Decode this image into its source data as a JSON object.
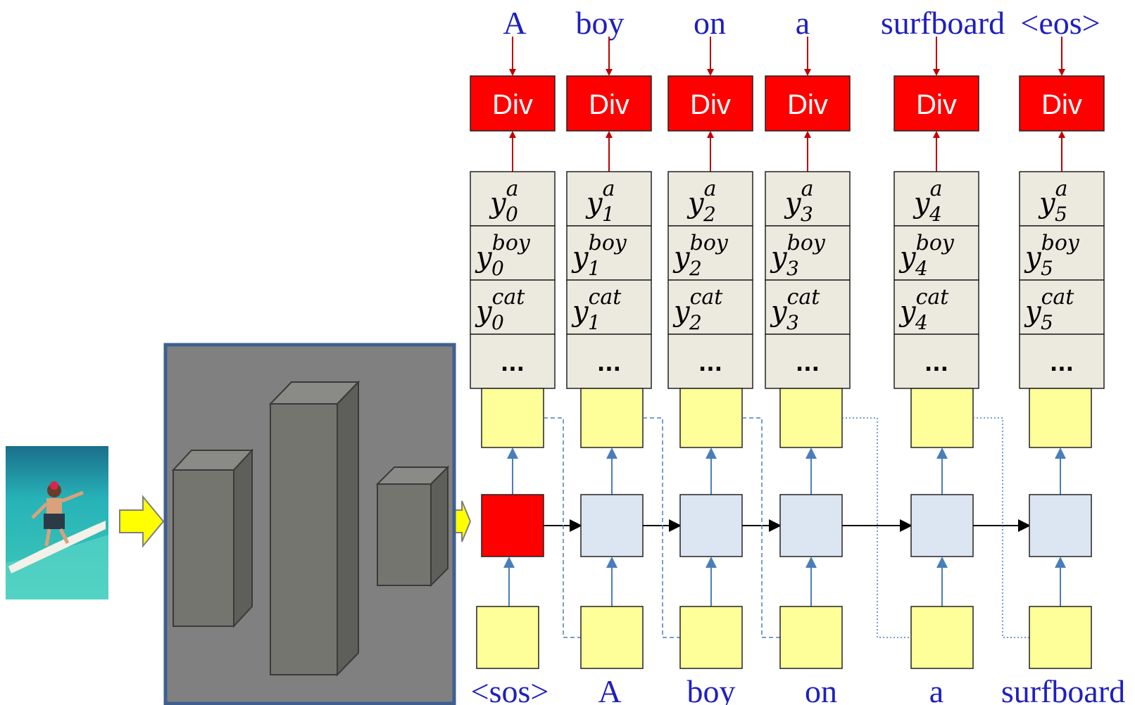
{
  "top_words": [
    "A",
    "boy",
    "on",
    "a",
    "surfboard",
    "<eos>"
  ],
  "bottom_words": [
    "<sos>",
    "A",
    "boy",
    "on",
    "a",
    "surfboard"
  ],
  "div_label": "Div",
  "output_rows": [
    {
      "label": "a"
    },
    {
      "label": "boy"
    },
    {
      "label": "cat"
    }
  ],
  "ellipsis": "...",
  "step_indices": [
    "0",
    "1",
    "2",
    "3",
    "4",
    "5"
  ],
  "photo": {
    "icon": "surfer-photo"
  },
  "cnn": {
    "icon": "cnn-encoder-block"
  },
  "colors": {
    "word_text": "#1f1fbf",
    "div_fill": "#ff0000",
    "red_arrow": "#c00000",
    "yellow_box": "#ffff99",
    "hidden_state": "#dce6f2",
    "initial_state": "#ff0000",
    "output_cell": "#eceadf",
    "blue_arrow": "#4a7ebb",
    "cnn_bg": "#808080",
    "cnn_border": "#3f5f8f"
  }
}
